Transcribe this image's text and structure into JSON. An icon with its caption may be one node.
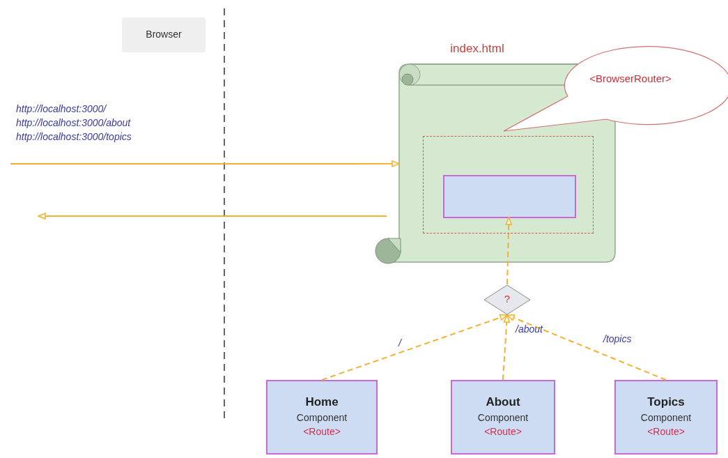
{
  "diagram": {
    "nodes": [
      {
        "text": [
          "Browser"
        ]
      },
      {
        "text": [
          "index.html"
        ]
      },
      {
        "text": [],
        "shape": "box",
        "in": 1
      },
      {
        "text": [],
        "shape": "box",
        "in": 2
      },
      {
        "text": [
          "<BrowserRouter>"
        ]
      },
      {
        "text": [
          "?"
        ]
      },
      {
        "text": [
          "Home",
          "Component",
          "<Route>"
        ]
      },
      {
        "text": [
          "About",
          "Component",
          "<Route>"
        ]
      },
      {
        "text": [
          "Topics",
          "Component",
          "<Route>"
        ]
      }
    ],
    "edges": [
      {
        "from": null,
        "to": 1,
        "arrow": "to",
        "label": "http://localhost:3000/ http://localhost:3000/about http://localhost:3000/topics"
      },
      {
        "from": 1,
        "to": null,
        "arrow": "to"
      },
      {
        "from": 5,
        "to": 3,
        "arrow": "to",
        "style": "dashed"
      },
      {
        "from": 6,
        "to": 5,
        "arrow": "to",
        "style": "dashed",
        "label": "/"
      },
      {
        "from": 7,
        "to": 5,
        "arrow": "to",
        "style": "dashed",
        "label": "/about"
      },
      {
        "from": 8,
        "to": 5,
        "arrow": "to",
        "style": "dashed",
        "label": "/topics"
      }
    ]
  }
}
